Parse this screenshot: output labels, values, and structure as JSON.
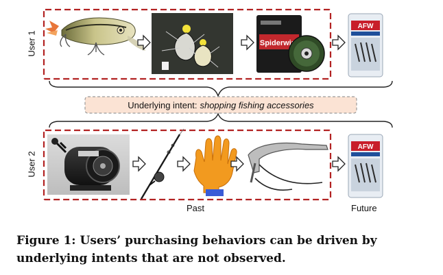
{
  "figure": {
    "user1_label": "User 1",
    "user2_label": "User 2",
    "intent_prefix": "Underlying intent:",
    "intent_emphasis": "shopping fishing accessories",
    "past_label": "Past",
    "future_label": "Future",
    "product_lettering": {
      "line_spool": "Spiderwire",
      "package_brand": "AFW"
    }
  },
  "caption": {
    "text": "Figure 1: Users’ purchasing behaviors can be driven by underlying intents that are not observed."
  },
  "colors": {
    "dashed_box": "#b22222",
    "intent_box_fill": "#fbe3d4",
    "intent_box_border": "#9a9a9a",
    "glove": "#f29a1f",
    "text": "#111111"
  }
}
